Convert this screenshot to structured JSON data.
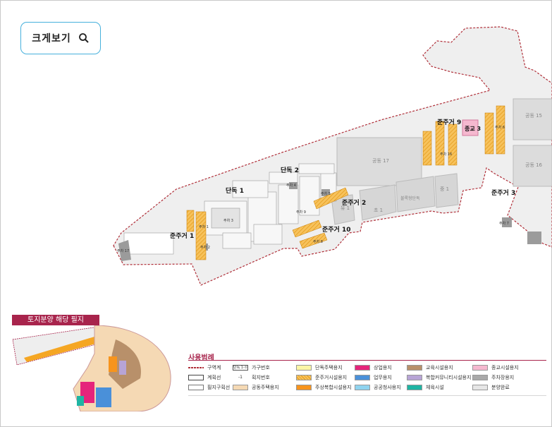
{
  "zoom_button": {
    "label": "크게보기",
    "icon": "search-icon"
  },
  "map": {
    "block_labels": {
      "danok1": "단독 1",
      "danok2": "단독 2",
      "junjuger1": "준주거 1",
      "junjuger2": "준주거 2",
      "junjuger3": "준주거 3",
      "junjuger9": "준주거 9",
      "junjuger10": "준주거 10",
      "jonggyo3": "종교 3",
      "gongdong15": "공동 15",
      "gongdong16": "공동 16",
      "gongdong17": "공동 17",
      "cho1": "초 1",
      "yu1": "유 1",
      "bulryang": "불록형단독",
      "jungdong": "중 1",
      "juchas": [
        "주차 17",
        "주차 1",
        "주차 2",
        "주차 3",
        "주차 4",
        "주차 5",
        "주차 6",
        "주차 7",
        "주차 8",
        "주차 9",
        "주차 16"
      ]
    }
  },
  "inset": {
    "title": "토지분양 해당 필지"
  },
  "legend": {
    "title": "사용범례",
    "items": [
      {
        "label": "구역계",
        "type": "boundary"
      },
      {
        "label": "계획선",
        "type": "plan-line"
      },
      {
        "label": "필지구획선",
        "type": "parcel-line"
      },
      {
        "label": "가구번호",
        "type": "block-number",
        "sample": "단독 1-①"
      },
      {
        "label": "획지번호",
        "type": "lot-number",
        "sample": "-1"
      },
      {
        "label": "공동주택용지",
        "color": "#f5d9b4"
      },
      {
        "label": "단독주택용지",
        "color": "#fbf5a6"
      },
      {
        "label": "준주거시설용지",
        "color": "#f5a623",
        "hatched": true
      },
      {
        "label": "주상복합시설용지",
        "color": "#f7941d"
      },
      {
        "label": "상업용지",
        "color": "#e5247b"
      },
      {
        "label": "업무용지",
        "color": "#4a90d9"
      },
      {
        "label": "공공청사용지",
        "color": "#8fd3ef"
      },
      {
        "label": "교육시설용지",
        "color": "#b8906a"
      },
      {
        "label": "복합커뮤니티시설용지",
        "color": "#b7a4d6"
      },
      {
        "label": "체육시설",
        "color": "#1fb5a3"
      },
      {
        "label": "종교시설용지",
        "color": "#f5b8cf"
      },
      {
        "label": "주차장용지",
        "color": "#a9a9a9"
      },
      {
        "label": "분양완료",
        "color": "#e6e6e6"
      }
    ]
  }
}
